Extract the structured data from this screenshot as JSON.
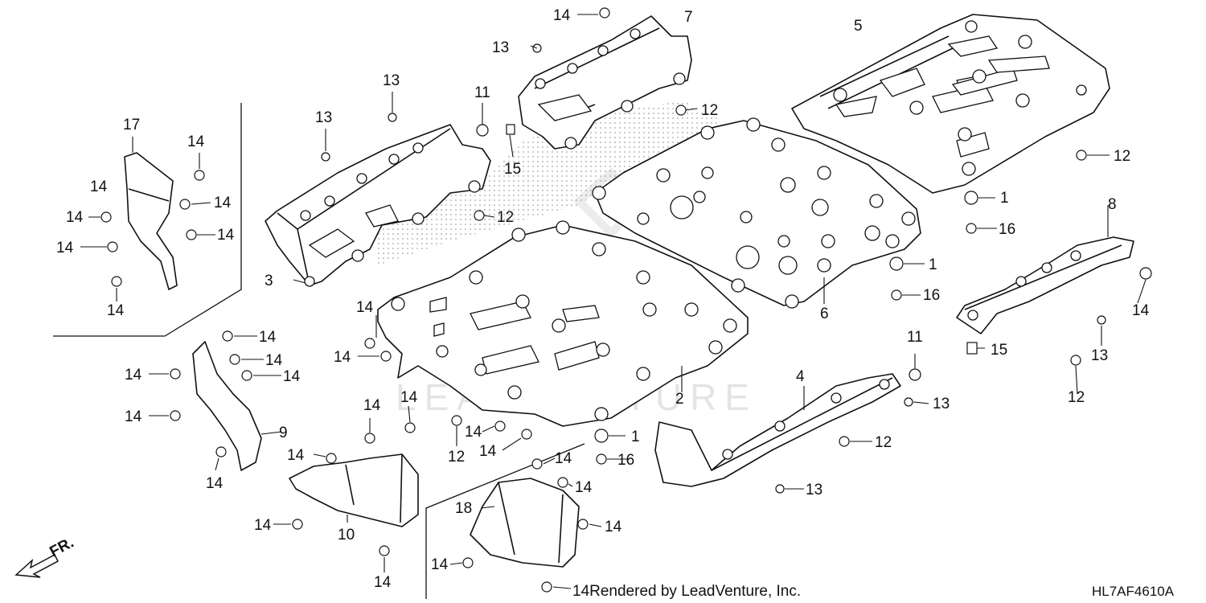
{
  "diagram": {
    "labels": [
      {
        "id": "l14a",
        "text": "14"
      },
      {
        "id": "l7",
        "text": "7"
      },
      {
        "id": "l13a",
        "text": "13"
      },
      {
        "id": "l5",
        "text": "5"
      },
      {
        "id": "l13b",
        "text": "13"
      },
      {
        "id": "l11a",
        "text": "11"
      },
      {
        "id": "l12a",
        "text": "12"
      },
      {
        "id": "l13c",
        "text": "13"
      },
      {
        "id": "l17",
        "text": "17"
      },
      {
        "id": "l14b",
        "text": "14"
      },
      {
        "id": "l15a",
        "text": "15"
      },
      {
        "id": "l12b",
        "text": "12"
      },
      {
        "id": "l14c",
        "text": "14"
      },
      {
        "id": "l14d",
        "text": "14"
      },
      {
        "id": "l12c",
        "text": "12"
      },
      {
        "id": "l1a",
        "text": "1"
      },
      {
        "id": "l14e",
        "text": "14"
      },
      {
        "id": "l14f",
        "text": "14"
      },
      {
        "id": "l16a",
        "text": "16"
      },
      {
        "id": "l8",
        "text": "8"
      },
      {
        "id": "l14g",
        "text": "14"
      },
      {
        "id": "l1b",
        "text": "1"
      },
      {
        "id": "l3",
        "text": "3"
      },
      {
        "id": "l16b",
        "text": "16"
      },
      {
        "id": "l6",
        "text": "6"
      },
      {
        "id": "l14h",
        "text": "14"
      },
      {
        "id": "l14i",
        "text": "14"
      },
      {
        "id": "l13d",
        "text": "13"
      },
      {
        "id": "l15b",
        "text": "15"
      },
      {
        "id": "l14j",
        "text": "14"
      },
      {
        "id": "l14k",
        "text": "14"
      },
      {
        "id": "l11b",
        "text": "11"
      },
      {
        "id": "l14l",
        "text": "14"
      },
      {
        "id": "l14m",
        "text": "14"
      },
      {
        "id": "l14n",
        "text": "14"
      },
      {
        "id": "l4",
        "text": "4"
      },
      {
        "id": "l12d",
        "text": "12"
      },
      {
        "id": "l14o",
        "text": "14"
      },
      {
        "id": "l14p",
        "text": "14"
      },
      {
        "id": "l2",
        "text": "2"
      },
      {
        "id": "l13e",
        "text": "13"
      },
      {
        "id": "l14q",
        "text": "14"
      },
      {
        "id": "l9",
        "text": "9"
      },
      {
        "id": "l14r",
        "text": "14"
      },
      {
        "id": "l14s",
        "text": "14"
      },
      {
        "id": "l1c",
        "text": "1"
      },
      {
        "id": "l12e",
        "text": "12"
      },
      {
        "id": "l14t",
        "text": "14"
      },
      {
        "id": "l12f",
        "text": "12"
      },
      {
        "id": "l16c",
        "text": "16"
      },
      {
        "id": "l14u",
        "text": "14"
      },
      {
        "id": "l14v",
        "text": "14"
      },
      {
        "id": "l13f",
        "text": "13"
      },
      {
        "id": "l14w",
        "text": "14"
      },
      {
        "id": "l18",
        "text": "18"
      },
      {
        "id": "l14x",
        "text": "14"
      },
      {
        "id": "l14y",
        "text": "14"
      },
      {
        "id": "l10",
        "text": "10"
      },
      {
        "id": "l14z",
        "text": "14"
      },
      {
        "id": "l14aa",
        "text": "14"
      },
      {
        "id": "l14ab",
        "text": "14"
      }
    ],
    "watermark": "LEADVENTURE",
    "direction_label": "FR.",
    "credit": "14Rendered by LeadVenture, Inc.",
    "diagram_code": "HL7AF4610A"
  }
}
